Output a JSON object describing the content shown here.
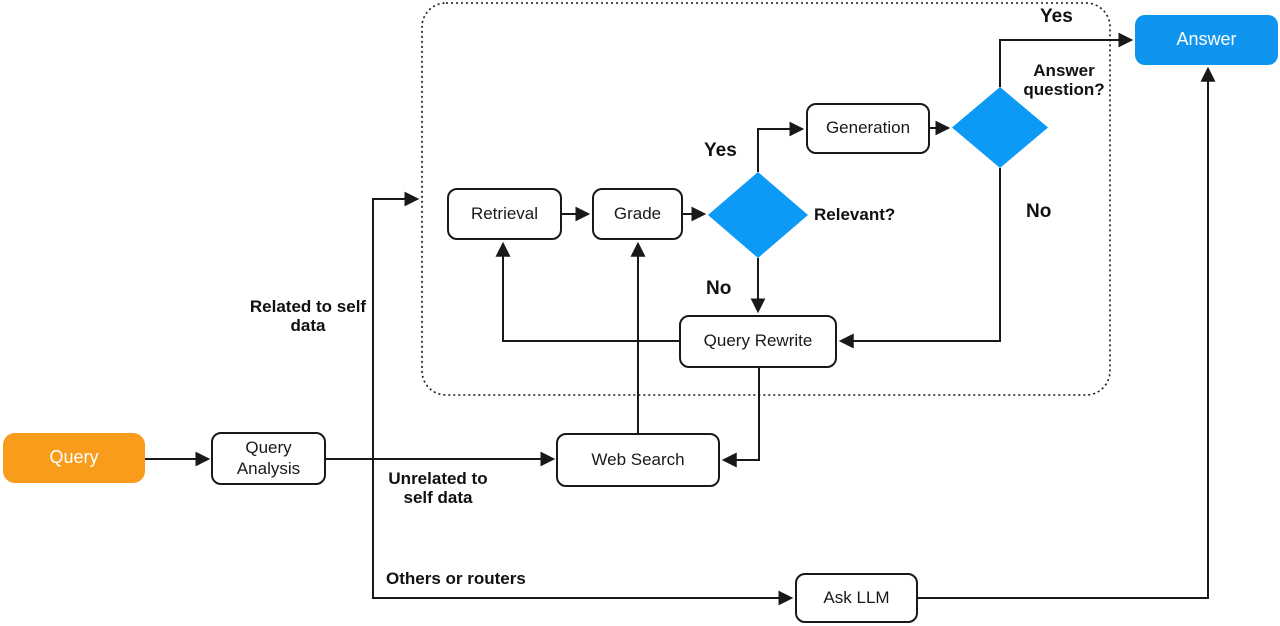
{
  "diagram": {
    "nodes": {
      "query": {
        "label": "Query"
      },
      "query_analysis": {
        "label": "Query Analysis"
      },
      "retrieval": {
        "label": "Retrieval"
      },
      "grade": {
        "label": "Grade"
      },
      "generation": {
        "label": "Generation"
      },
      "query_rewrite": {
        "label": "Query Rewrite"
      },
      "web_search": {
        "label": "Web Search"
      },
      "ask_llm": {
        "label": "Ask LLM"
      },
      "answer": {
        "label": "Answer"
      }
    },
    "decisions": {
      "relevant": {
        "label": "Relevant?"
      },
      "answer_question": {
        "label": "Answer question?"
      }
    },
    "edge_labels": {
      "yes_to_answer": "Yes",
      "no_to_rewrite": "No",
      "yes_to_generation": "Yes",
      "no_from_relevant": "No",
      "related": "Related to self data",
      "unrelated": "Unrelated to self data",
      "others": "Others or routers"
    },
    "colors": {
      "accent_orange": "#F99C1B",
      "accent_blue": "#0D99F6",
      "answer_blue": "#1095EF",
      "line": "#191919",
      "background": "#ffffff"
    }
  }
}
